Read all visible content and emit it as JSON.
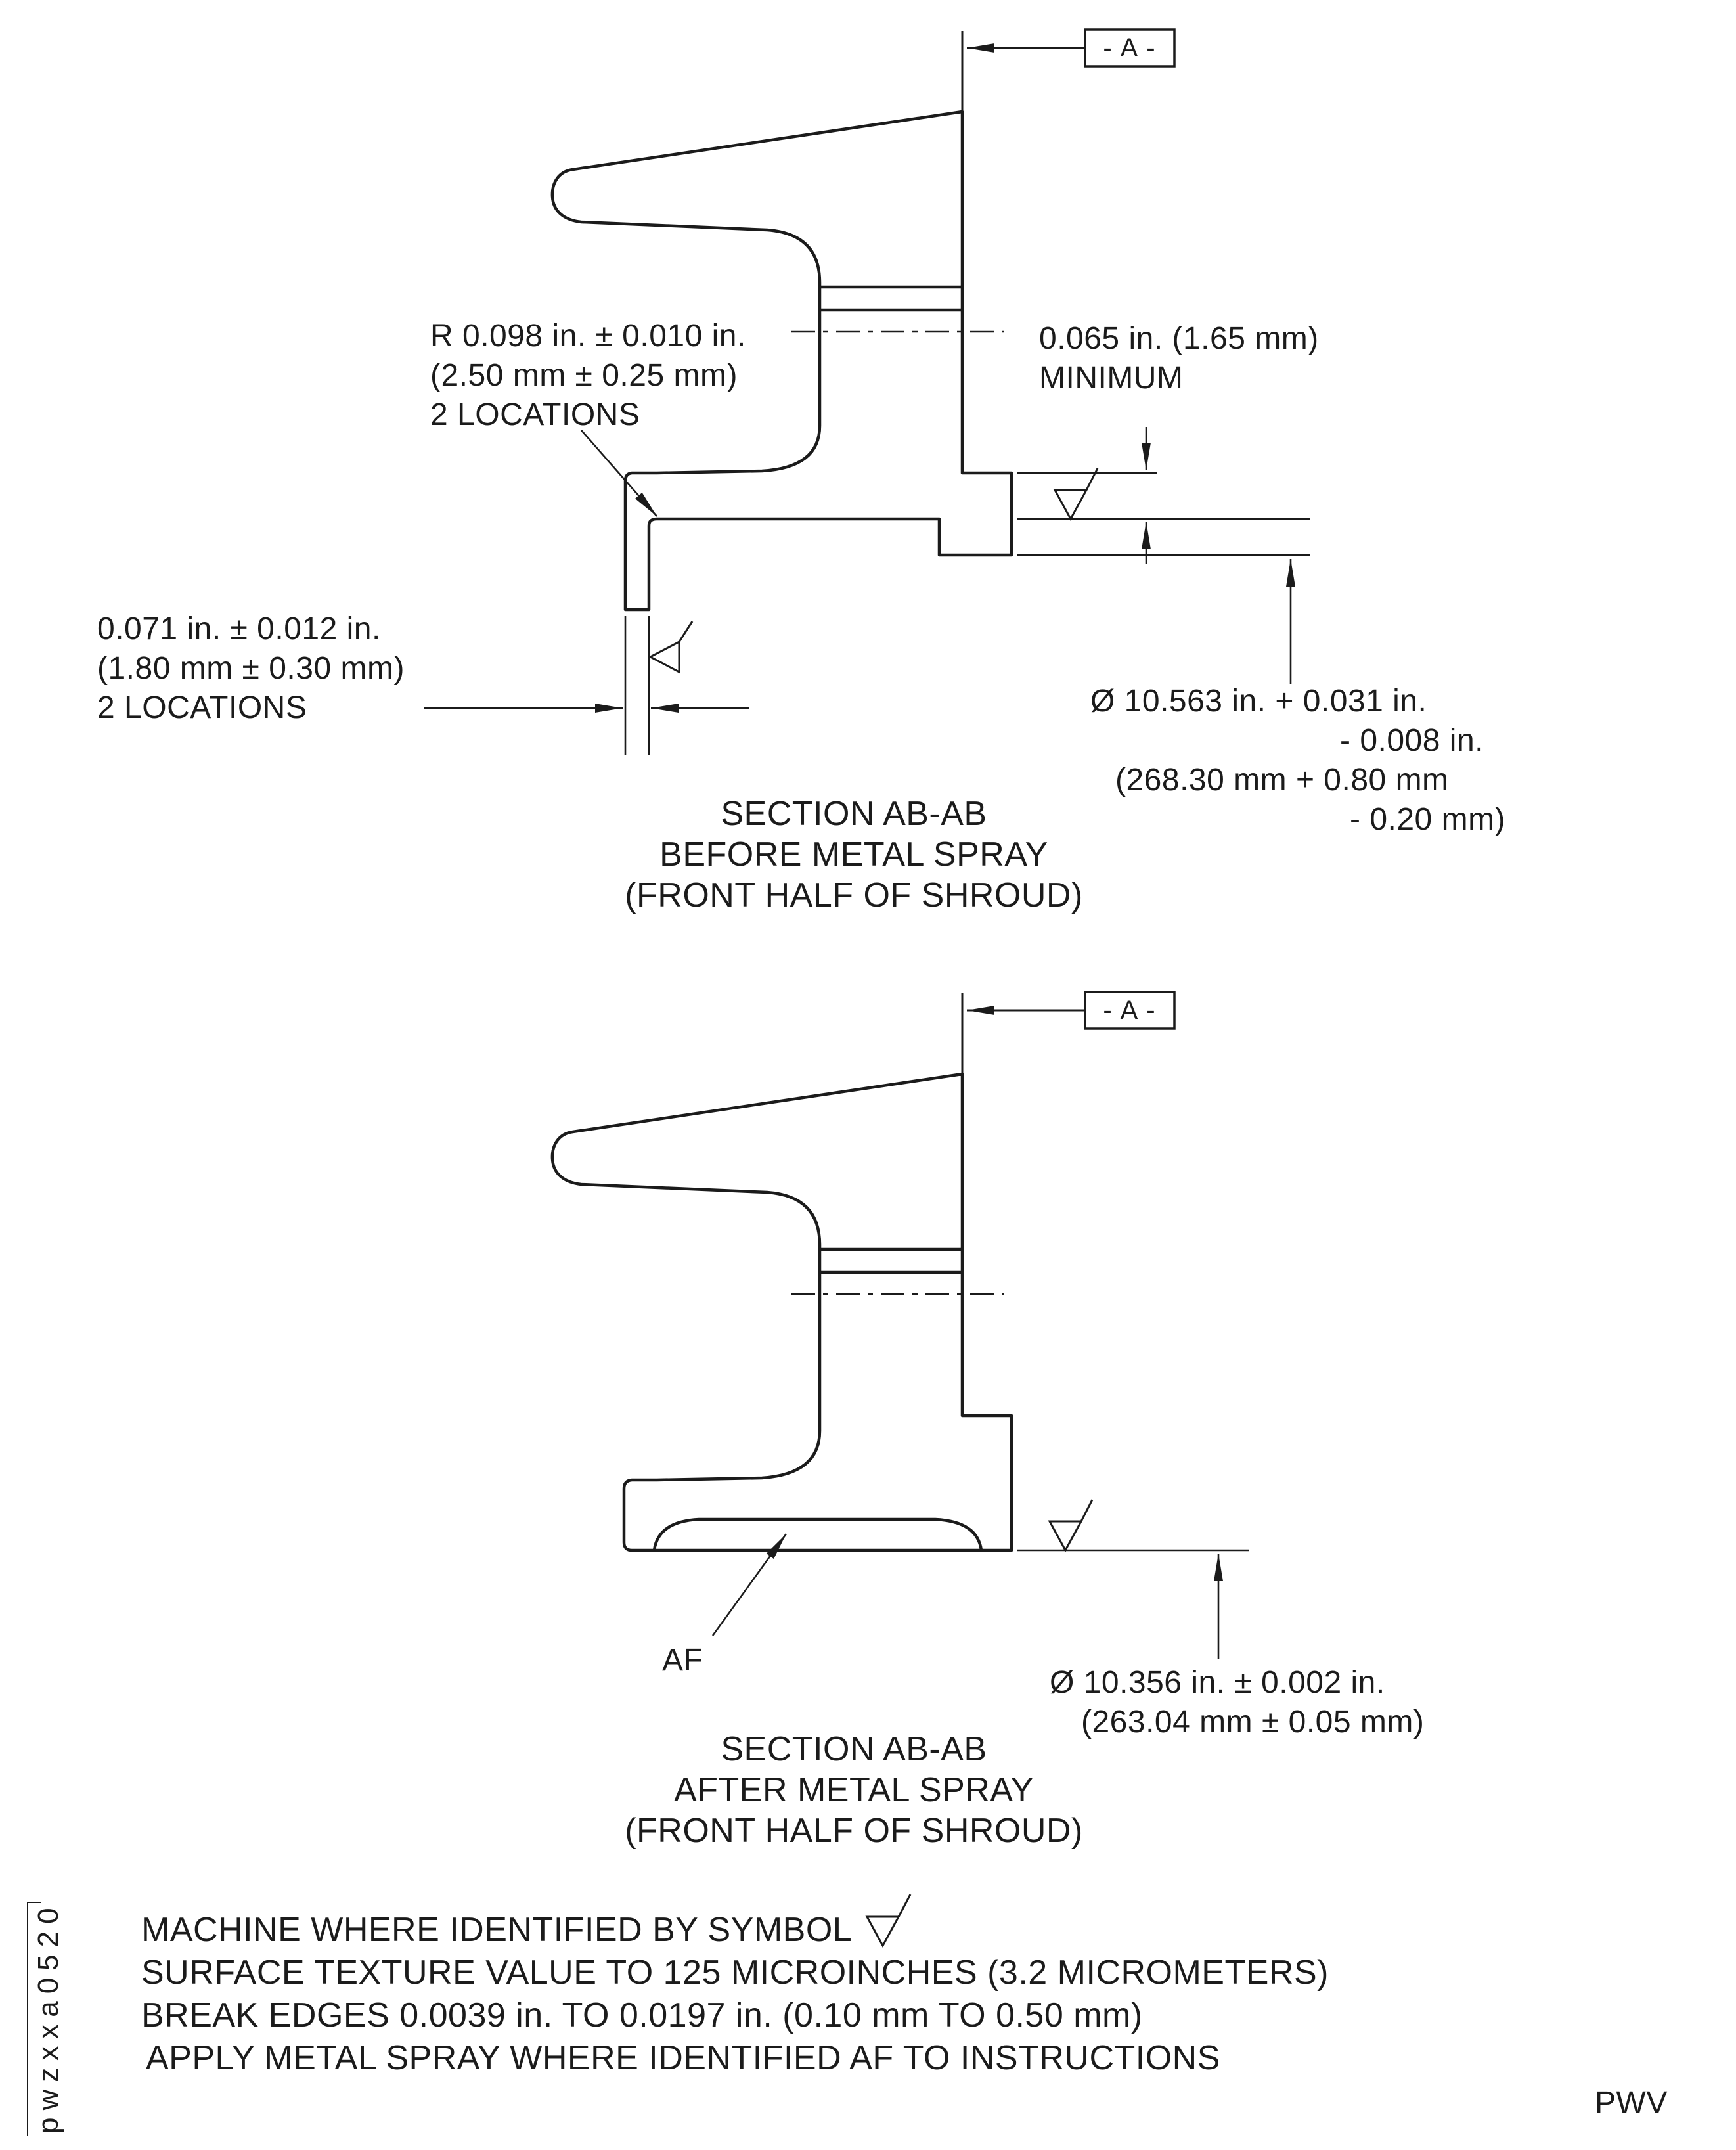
{
  "sheet": {
    "background": "#ffffff",
    "line_color": "#1b1b1b",
    "side_label": "pwzxxa0520",
    "corner_label": "PWV"
  },
  "top_view": {
    "datum_label": "- A -",
    "radius_note": "R 0.098 in. ± 0.010 in.\n(2.50 mm ± 0.25 mm)\n2 LOCATIONS",
    "min_thickness_note": "0.065 in. (1.65 mm)\nMINIMUM",
    "wall_thickness_note": "0.071 in. ± 0.012 in.\n(1.80 mm ± 0.30 mm)\n2 LOCATIONS",
    "diameter_note": {
      "line1": "Ø 10.563 in. + 0.031 in.",
      "line2": "- 0.008 in.",
      "line3": "(268.30 mm + 0.80 mm",
      "line4": "- 0.20 mm)"
    },
    "title": "SECTION AB-AB\nBEFORE METAL SPRAY\n(FRONT HALF OF SHROUD)"
  },
  "bottom_view": {
    "datum_label": "- A -",
    "spray_area_label": "AF",
    "diameter_note": {
      "line1": "Ø 10.356 in. ± 0.002 in.",
      "line2": "(263.04 mm ± 0.05 mm)"
    },
    "title": "SECTION AB-AB\nAFTER METAL SPRAY\n(FRONT HALF OF SHROUD)"
  },
  "notes": {
    "lines": [
      "MACHINE WHERE IDENTIFIED BY SYMBOL",
      "SURFACE TEXTURE VALUE TO 125 MICROINCHES (3.2 MICROMETERS)",
      "BREAK EDGES 0.0039 in. TO 0.0197 in. (0.10 mm TO 0.50 mm)",
      "APPLY METAL SPRAY WHERE IDENTIFIED AF TO INSTRUCTIONS"
    ]
  }
}
